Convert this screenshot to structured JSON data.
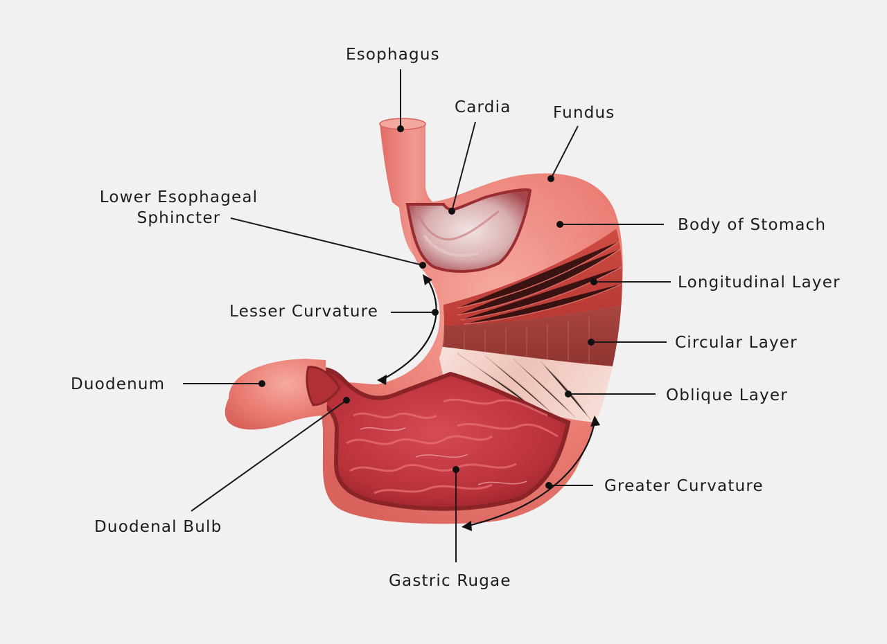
{
  "labels": {
    "esophagus": "Esophagus",
    "cardia": "Cardia",
    "fundus": "Fundus",
    "les_line1": "Lower Esophageal",
    "les_line2": "Sphincter",
    "body": "Body of Stomach",
    "longitudinal": "Longitudinal Layer",
    "circular": "Circular Layer",
    "oblique": "Oblique Layer",
    "lesser": "Lesser Curvature",
    "duodenum": "Duodenum",
    "duodenal_bulb": "Duodenal Bulb",
    "greater": "Greater Curvature",
    "rugae": "Gastric Rugae"
  },
  "colors": {
    "background": "#f1f1f1",
    "tissue": "#e8766f",
    "tissue_light": "#f09a91",
    "muscle": "#c9463f",
    "oblique": "#f3d5cc",
    "lumen": "#b8323a",
    "wall_dark": "#8e2a2a"
  }
}
